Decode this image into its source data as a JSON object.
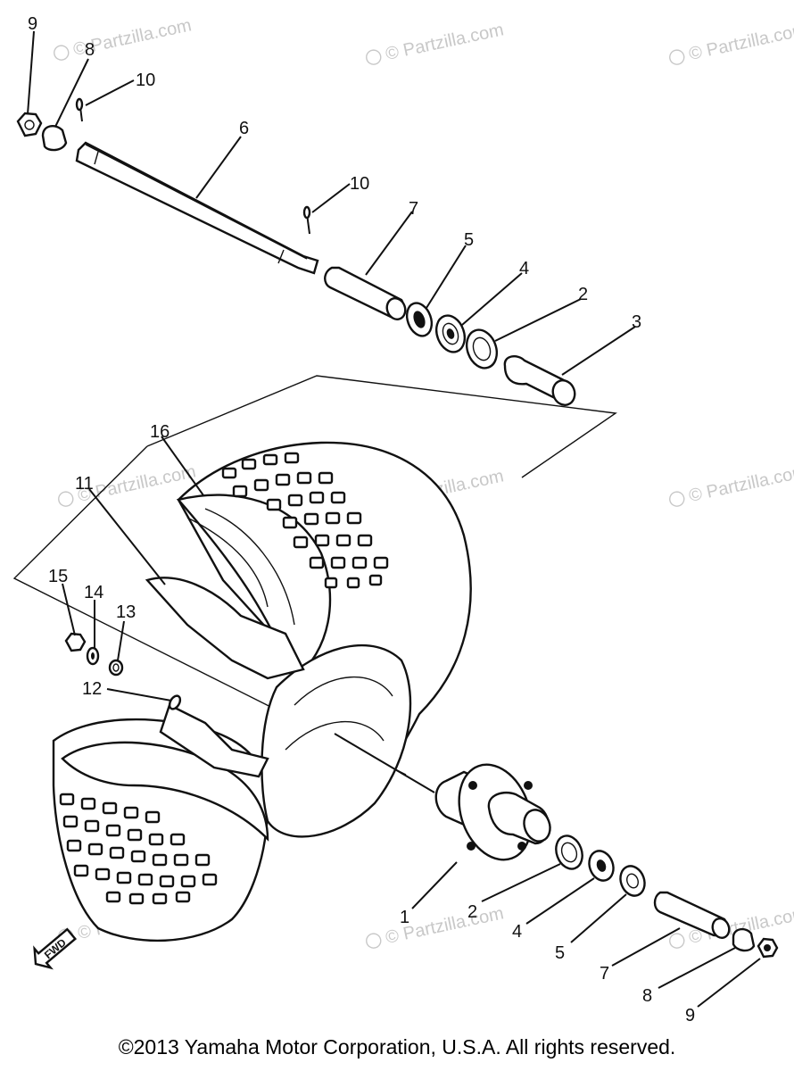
{
  "watermarks": [
    {
      "text": "© Partzilla.com"
    }
  ],
  "callouts": {
    "c9a": "9",
    "c8a": "8",
    "c10a": "10",
    "c6": "6",
    "c10b": "10",
    "c7a": "7",
    "c5a": "5",
    "c4a": "4",
    "c2a": "2",
    "c3": "3",
    "c16": "16",
    "c11": "11",
    "c15": "15",
    "c14": "14",
    "c13": "13",
    "c12": "12",
    "c1": "1",
    "c2b": "2",
    "c4b": "4",
    "c5b": "5",
    "c7b": "7",
    "c8b": "8",
    "c9b": "9"
  },
  "fwd_label": "FWD",
  "copyright": "©2013 Yamaha Motor Corporation, U.S.A. All rights reserved."
}
